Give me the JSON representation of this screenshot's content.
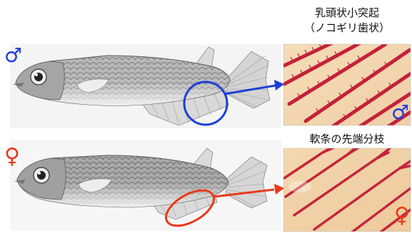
{
  "figure": {
    "male": {
      "symbol": "♂",
      "caption_line1": "乳頭状小突起",
      "caption_line2": "（ノコギリ歯状）",
      "inset_symbol": "♂",
      "marker_color": "#1e3fd8"
    },
    "female": {
      "symbol": "♀",
      "caption": "軟条の先端分枝",
      "inset_symbol": "♀",
      "marker_color": "#e83a1a"
    }
  }
}
